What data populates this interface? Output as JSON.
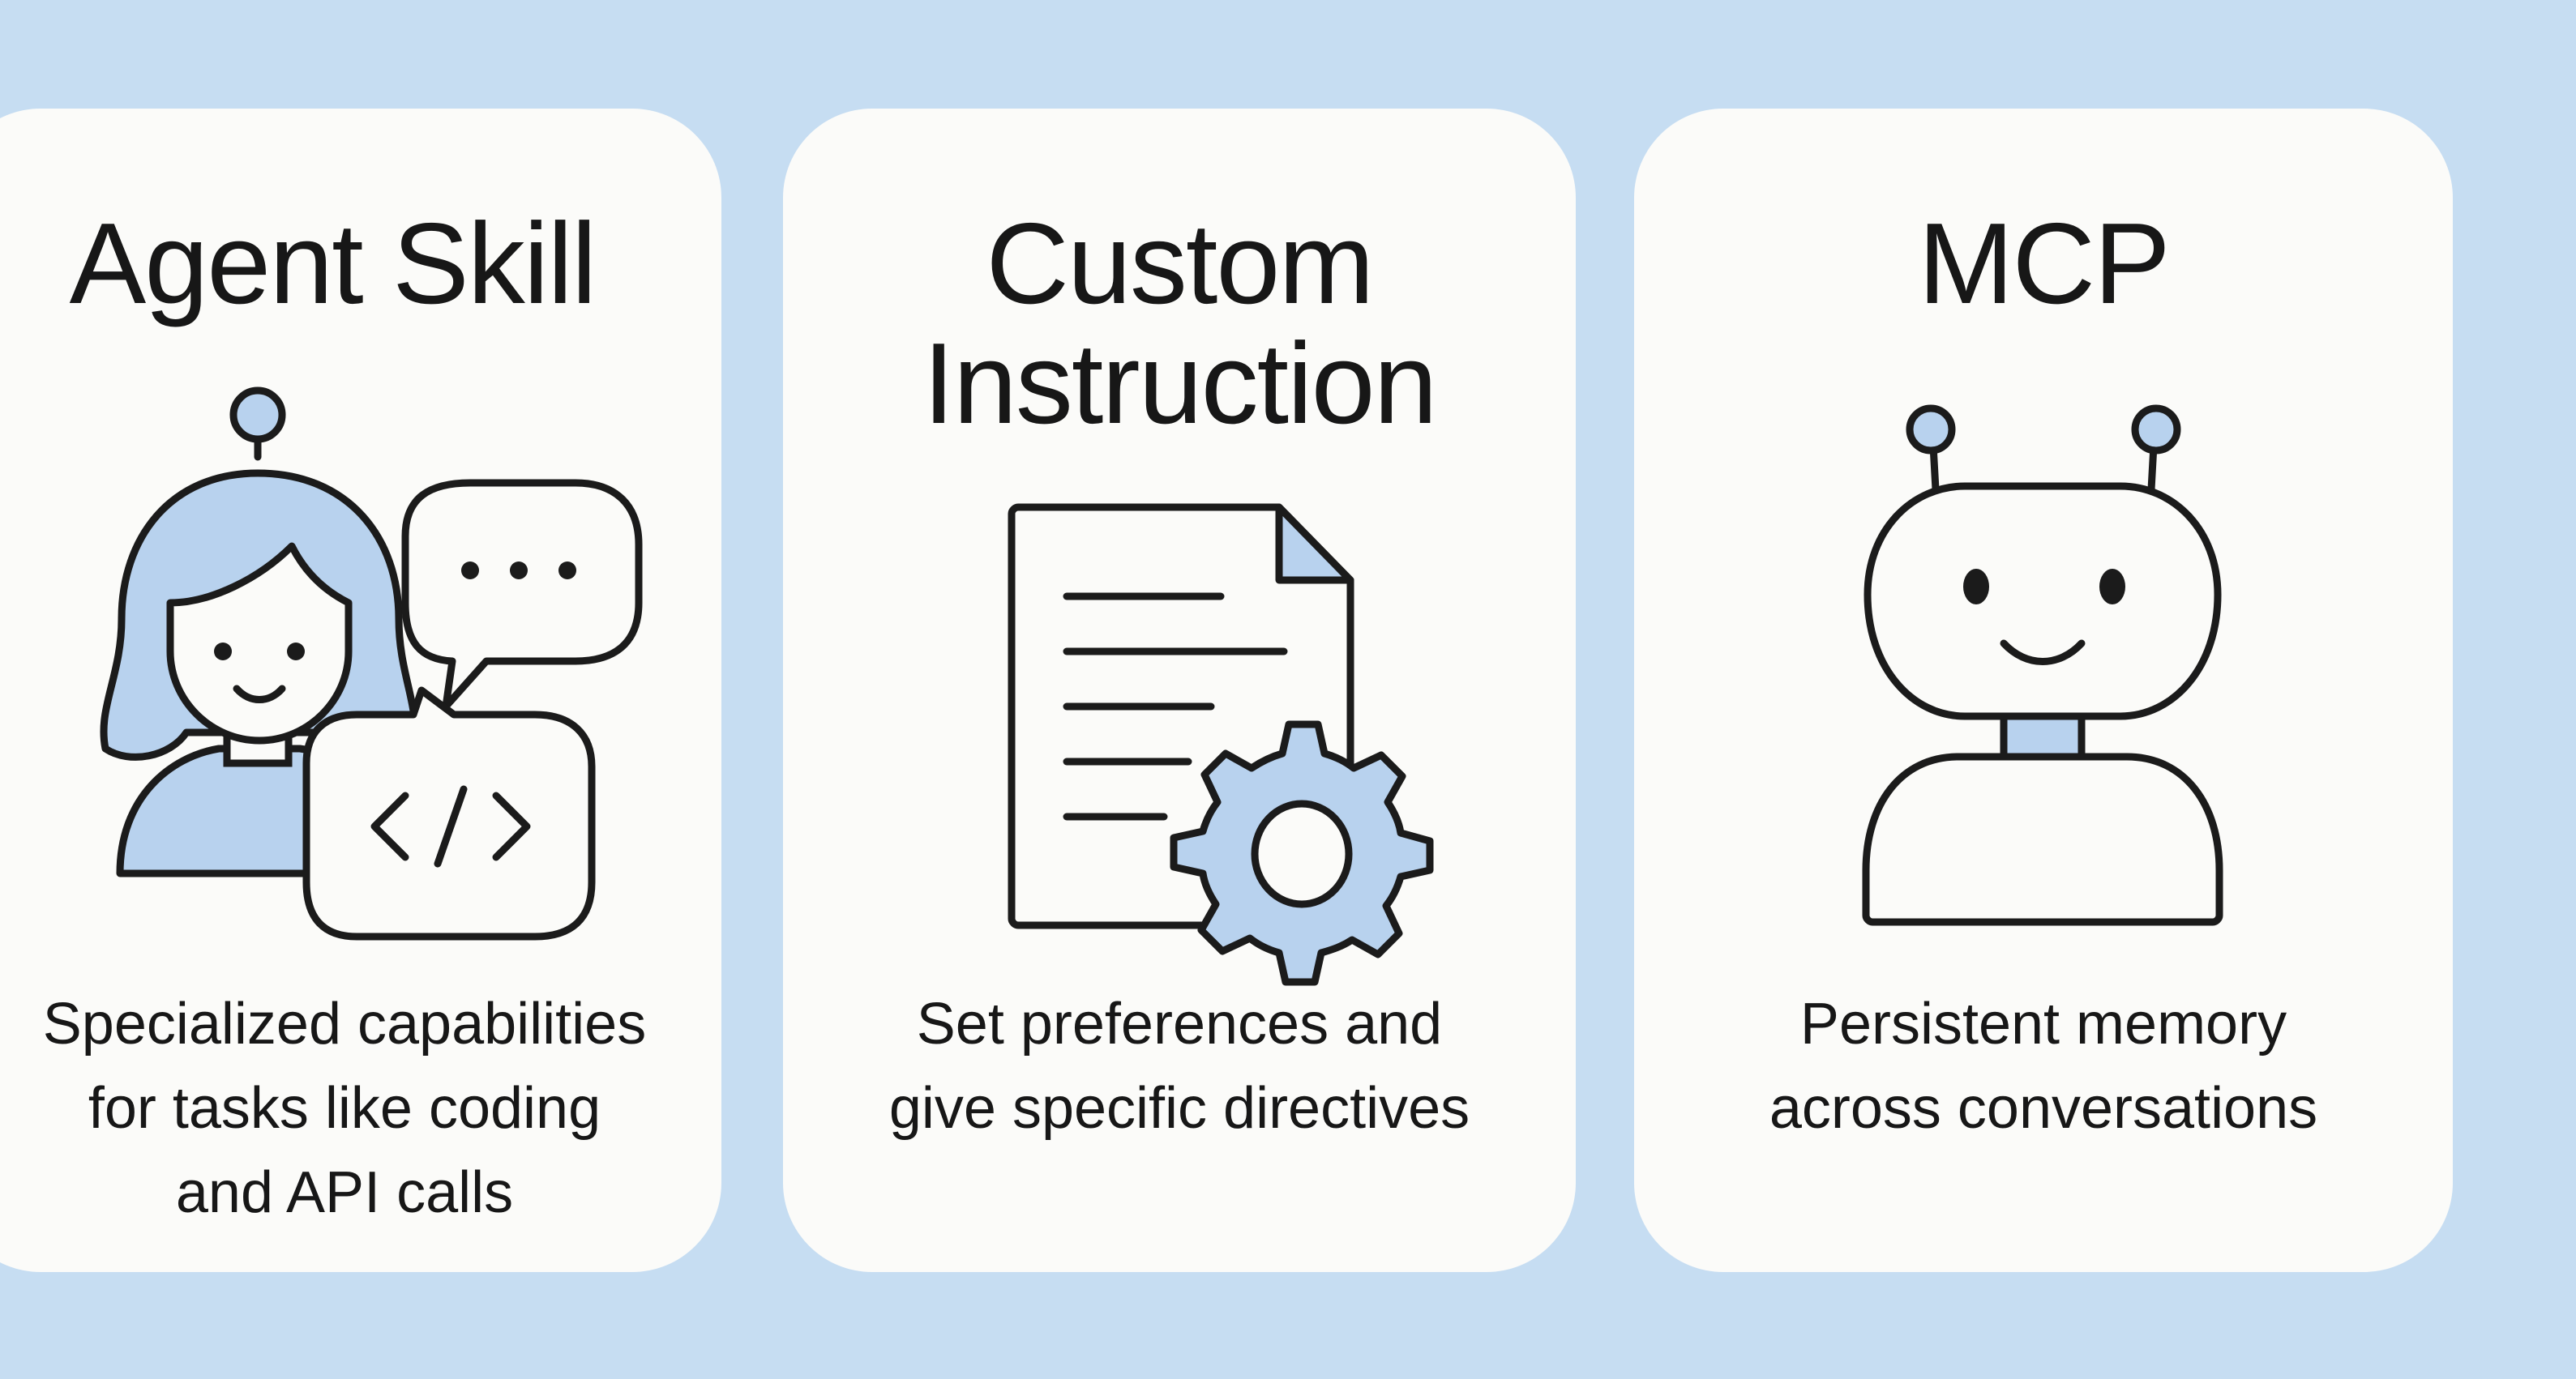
{
  "background_color": "#c6ddf2",
  "accent_color": "#b8d2ee",
  "cards": [
    {
      "title": "Agent Skill",
      "icon": "person-with-chat-and-code-icon",
      "description_lines": [
        "Specialized capabilities",
        "for tasks like coding",
        "and API calls"
      ]
    },
    {
      "title": "Custom Instruction",
      "icon": "document-with-gear-icon",
      "description_lines": [
        "Set preferences and",
        "give specific directives"
      ]
    },
    {
      "title": "MCP",
      "icon": "robot-icon",
      "description_lines": [
        "Persistent memory",
        "across conversations"
      ]
    }
  ]
}
